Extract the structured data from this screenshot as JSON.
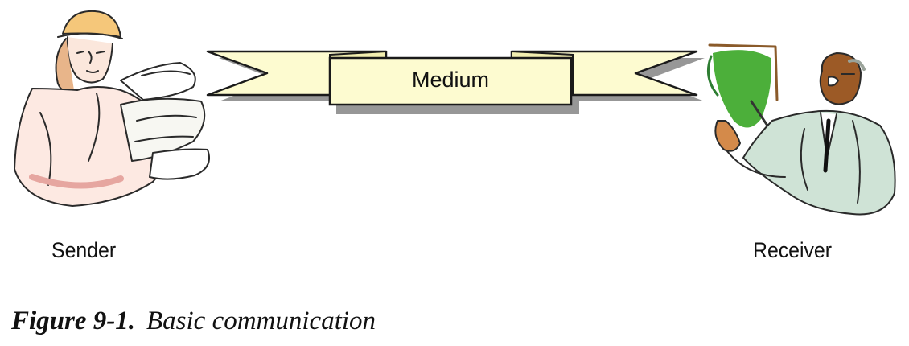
{
  "diagram": {
    "medium_label": "Medium",
    "sender_label": "Sender",
    "receiver_label": "Receiver",
    "ribbon_color": "#fdfbd0",
    "outline_color": "#1a1a1a",
    "shadow_color": "#8c8c8c",
    "board_color": "#4caf3a"
  },
  "caption": {
    "number": "Figure 9-1.",
    "text": "Basic communication"
  }
}
